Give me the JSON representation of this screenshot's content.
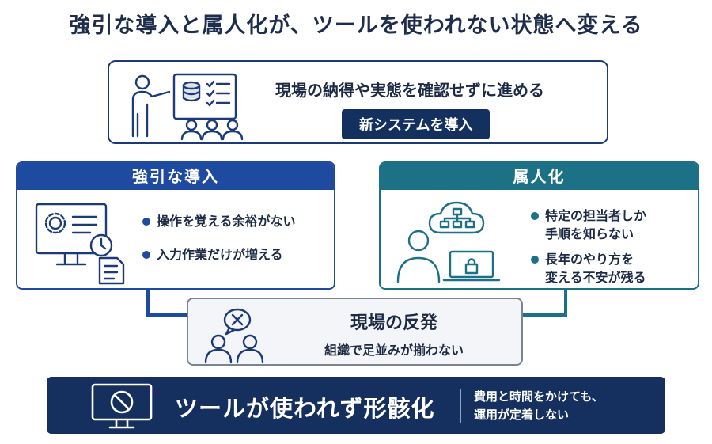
{
  "title": "強引な導入と属人化が、ツールを使われない状態へ変える",
  "top": {
    "main": "現場の納得や実態を確認せずに進める",
    "badge": "新システムを導入"
  },
  "left_panel": {
    "heading": "強引な導入",
    "bullets": [
      "操作を覚える余裕がない",
      "入力作業だけが増える"
    ]
  },
  "right_panel": {
    "heading": "属人化",
    "bullets": [
      "特定の担当者しか\n手順を知らない",
      "長年のやり方を\n変える不安が残る"
    ]
  },
  "reaction": {
    "title": "現場の反発",
    "subtitle": "組織で足並みが揃わない"
  },
  "banner": {
    "main": "ツールが使われず形骸化",
    "note_line1": "費用と時間をかけても、",
    "note_line2": "運用が定着しない"
  },
  "colors": {
    "navy": "#15305e",
    "blue": "#1e4aa0",
    "teal": "#1c7186",
    "gray_border": "#7b8494"
  },
  "icons": {
    "top": "presenter-database-checklist-icon",
    "left": "monitor-gear-clock-document-icon",
    "right": "person-cloud-flowchart-laptop-lock-icon",
    "reaction": "two-people-speech-x-icon",
    "banner": "monitor-prohibited-icon"
  }
}
